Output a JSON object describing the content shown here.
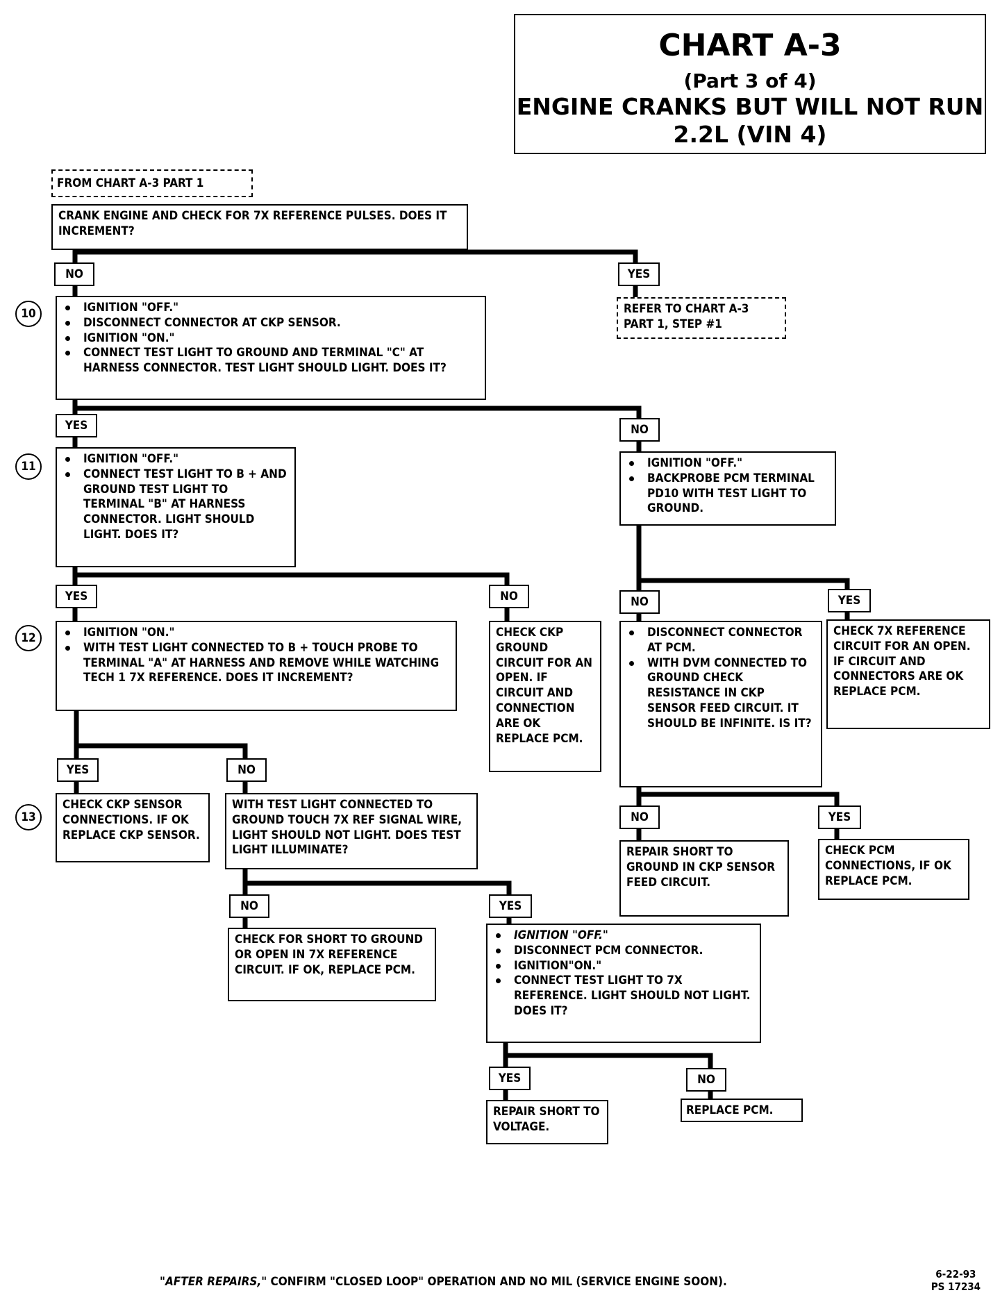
{
  "header": {
    "title": "CHART A-3",
    "part": "(Part 3 of 4)",
    "line1": "ENGINE CRANKS BUT WILL NOT RUN",
    "line2": "2.2L  (VIN 4)"
  },
  "labels": {
    "yes": "YES",
    "no": "NO"
  },
  "steps": {
    "s10": "10",
    "s11": "11",
    "s12": "12",
    "s13": "13"
  },
  "boxes": {
    "from_chart": "FROM CHART A-3 PART 1",
    "crank_check": "CRANK ENGINE AND CHECK FOR 7X REFERENCE PULSES. DOES IT INCREMENT?",
    "refer_chart": "REFER TO CHART A-3 PART 1, STEP #1",
    "step10": [
      "IGNITION \"OFF.\"",
      "DISCONNECT CONNECTOR  AT CKP SENSOR.",
      "IGNITION \"ON.\"",
      "CONNECT TEST LIGHT TO GROUND AND TERMINAL  \"C\" AT HARNESS CONNECTOR. TEST LIGHT SHOULD LIGHT. DOES IT?"
    ],
    "step11": [
      "IGNITION \"OFF.\"",
      "CONNECT TEST LIGHT TO B + AND GROUND TEST LIGHT TO TERMINAL \"B\" AT HARNESS CONNECTOR. LIGHT SHOULD  LIGHT. DOES IT?"
    ],
    "backprobe": [
      "IGNITION \"OFF.\"",
      "BACKPROBE PCM TERMINAL PD10 WITH TEST LIGHT TO GROUND."
    ],
    "step12": [
      "IGNITION \"ON.\"",
      "WITH TEST LIGHT CONNECTED TO B + TOUCH PROBE TO TERMINAL \"A\" AT HARNESS AND REMOVE WHILE WATCHING TECH 1 7X REFERENCE. DOES IT INCREMENT?"
    ],
    "ckp_ground": "CHECK CKP GROUND CIRCUIT FOR AN OPEN.  IF CIRCUIT AND CONNECTION ARE OK REPLACE PCM.",
    "dvm": [
      "DISCONNECT CONNECTOR  AT PCM.",
      "WITH DVM CONNECTED TO GROUND  CHECK RESISTANCE IN CKP SENSOR FEED CIRCUIT. IT SHOULD BE INFINITE. IS IT?"
    ],
    "check_7x_ref": "CHECK 7X REFERENCE CIRCUIT FOR AN OPEN. IF CIRCUIT AND CONNECTORS ARE OK REPLACE PCM.",
    "ckp_sensor": "CHECK CKP SENSOR CONNECTIONS. IF OK REPLACE CKP SENSOR.",
    "ground_touch": "WITH TEST LIGHT CONNECTED TO GROUND TOUCH 7X REF  SIGNAL WIRE, LIGHT SHOULD NOT LIGHT. DOES TEST LIGHT ILLUMINATE?",
    "repair_ground": "REPAIR SHORT TO GROUND IN CKP SENSOR FEED CIRCUIT.",
    "check_pcm_conn": "CHECK PCM CONNECTIONS, IF OK REPLACE PCM.",
    "short_open": "CHECK FOR SHORT TO GROUND OR OPEN IN 7X REFERENCE CIRCUIT.  IF OK, REPLACE PCM.",
    "final_check": [
      "IGNITION \"OFF.\"",
      "DISCONNECT PCM CONNECTOR.",
      "IGNITION\"ON.\"",
      "CONNECT TEST LIGHT TO 7X REFERENCE. LIGHT SHOULD NOT LIGHT. DOES IT?"
    ],
    "repair_voltage": "REPAIR SHORT TO VOLTAGE.",
    "replace_pcm": "REPLACE PCM."
  },
  "footer": {
    "italic": "\"AFTER REPAIRS,\"",
    "rest": " CONFIRM \"CLOSED LOOP\" OPERATION AND NO MIL (SERVICE ENGINE SOON).",
    "date": "6-22-93",
    "code": "PS 17234"
  }
}
